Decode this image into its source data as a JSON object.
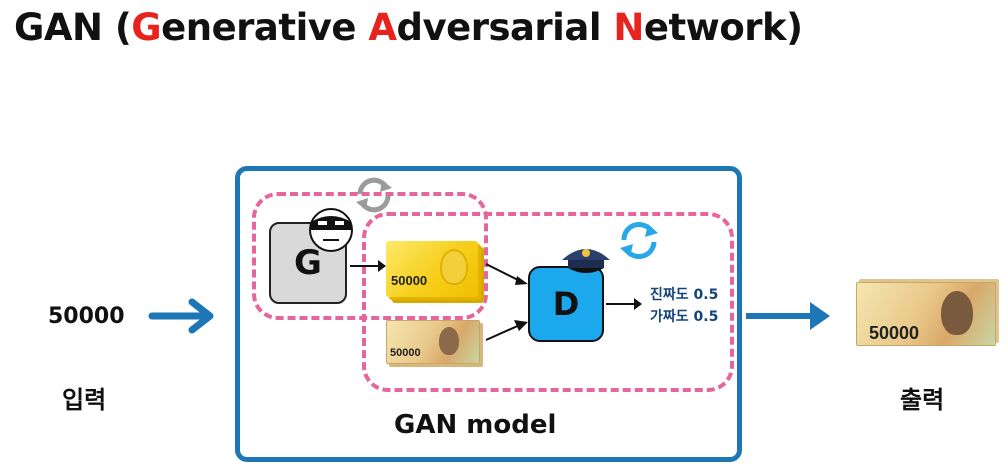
{
  "title": {
    "prefix": "GAN (",
    "g": "G",
    "enerative": "enerative ",
    "a": "A",
    "dversarial": "dversarial ",
    "n": "N",
    "etwork": "etwork)"
  },
  "input": {
    "value": "50000",
    "label": "입력"
  },
  "output": {
    "label": "출력"
  },
  "model": {
    "label": "GAN model"
  },
  "generator": {
    "letter": "G"
  },
  "discriminator": {
    "letter": "D"
  },
  "notes": {
    "fake_value": "50000",
    "real_value": "50000",
    "output_value": "50000"
  },
  "prediction": {
    "real": "진짜도 0.5",
    "fake": "가짜도 0.5"
  },
  "colors": {
    "accent_red": "#e8221c",
    "arrow_blue": "#1d76b5",
    "dash_pink": "#e5669c",
    "disc_blue": "#1ba8ec"
  }
}
